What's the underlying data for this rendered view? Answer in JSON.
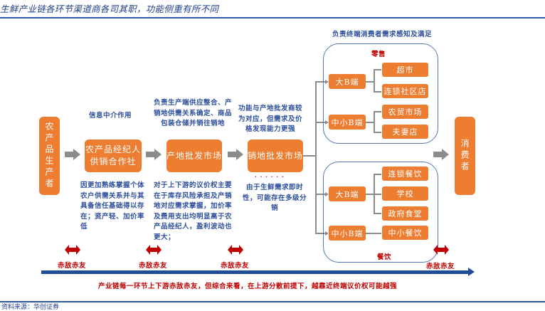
{
  "header": {
    "title": "生鲜产业链各环节渠道商各司其职，功能侧重有所不同"
  },
  "footer": {
    "source": "资料来源：华创证券"
  },
  "colors": {
    "box": "#ed7d31",
    "text_blue": "#2e4f9c",
    "accent_red": "#c00000",
    "axis_blue": "#1f4e96",
    "arrow_gray": "#8c8c8c"
  },
  "chain": {
    "producer": "农产品生产者",
    "broker": "农产品经纪人\n供销合作社",
    "origin_market": "产地批发市场",
    "sales_market": "销地批发市场",
    "consumer": "消费者"
  },
  "notes": {
    "broker_top": "信息中介作用",
    "broker_bottom": "因更加熟练掌握个体农户供需关系并与其具备信任基础得以存在；资产轻、加价率低",
    "origin_top": "负责生产端供应整合、产销地供需关系确定、商品包装仓储并销往销地",
    "origin_bottom": "对于上下游的议价权主要在于库存风险承担及产销地对应需求掌握，加价率及费用支出均明显高于农产品经纪人，盈利波动也更大；",
    "sales_top": "功能与产地批发商较为对应，但需求及价格发现能力更强",
    "sales_dots": "· · · · · ·",
    "sales_bottom": "由于生鲜需求即时性，可能存在多级分销",
    "terminal_top": "负责终端消费者需求感知及满足"
  },
  "retail": {
    "label": "零售",
    "big_b": {
      "label": "大B端",
      "children": [
        "超市",
        "连锁社区店"
      ]
    },
    "small_b": {
      "label": "中小B端",
      "children": [
        "农贸市场",
        "夫妻店"
      ]
    }
  },
  "catering": {
    "label": "餐饮",
    "big_b": {
      "label": "大B端",
      "children": [
        "连锁餐饮",
        "学校",
        "政府食堂"
      ]
    },
    "small_b": {
      "label": "中小B端",
      "children": [
        "中小餐饮"
      ]
    }
  },
  "relations": [
    "赤敌赤友",
    "赤敌赤友",
    "赤敌赤友",
    "赤敌赤友"
  ],
  "conclusion": "产业链每一环节上下游赤敌赤友，但综合来看，在上游分散前提下，越靠近终端议价权可能越强"
}
